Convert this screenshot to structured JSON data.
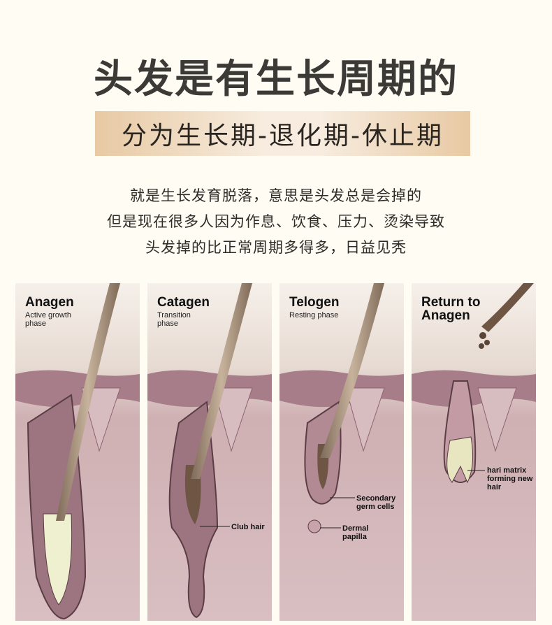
{
  "header": {
    "title": "头发是有生长周期的",
    "subtitle": "分为生长期-退化期-休止期"
  },
  "description": [
    "就是生长发育脱落，意思是头发总是会掉的",
    "但是现在很多人因为作息、饮食、压力、烫染导致",
    "头发掉的比正常周期多得多，日益见秃"
  ],
  "panels": [
    {
      "title": "Anagen",
      "subtitle": "Active growth phase"
    },
    {
      "title": "Catagen",
      "subtitle": "Transition phase",
      "label": "Club hair"
    },
    {
      "title": "Telogen",
      "subtitle": "Resting phase",
      "label1": "Secondary germ cells",
      "label2": "Dermal papilla"
    },
    {
      "title": "Return to Anagen",
      "label": "hari matrix forming new hair"
    }
  ],
  "colors": {
    "background": "#fffcf3",
    "skin": "#b88a93",
    "hair": "#9a8672"
  }
}
